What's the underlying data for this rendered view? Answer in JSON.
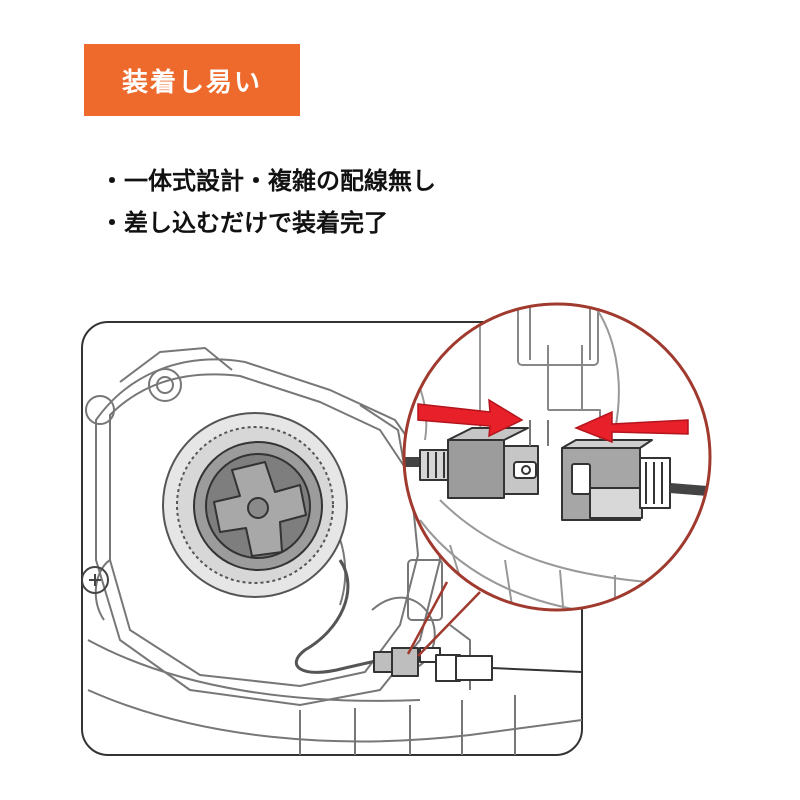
{
  "banner": {
    "label": "装着し易い",
    "color": "#EE6A2C"
  },
  "features": [
    "・一体式設計・複雑の配線無し",
    "・差し込むだけで装着完了"
  ],
  "illustration": {
    "callout_ring_color": "#A0392E",
    "arrow_color": "#E8202A",
    "icons": [
      "headlight-housing",
      "led-bulb",
      "wire-connector",
      "pointer-arrow"
    ]
  }
}
